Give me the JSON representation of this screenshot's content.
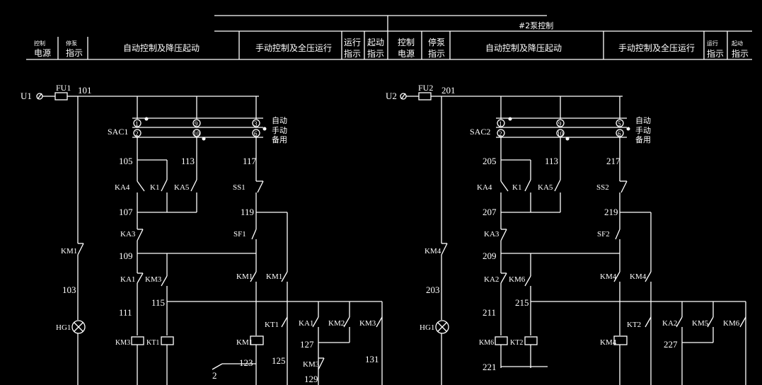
{
  "header": {
    "group_2": "#2泵控制",
    "cols_1": [
      {
        "l1": "控制",
        "l2": "电源"
      },
      {
        "l1": "停泵",
        "l2": "指示"
      },
      {
        "l1": "自动控制及降压起动",
        "l2": ""
      },
      {
        "l1": "手动控制及全压运行",
        "l2": ""
      },
      {
        "l1": "运行",
        "l2": "指示"
      },
      {
        "l1": "起动",
        "l2": "指示"
      }
    ],
    "cols_2": [
      {
        "l1": "控制",
        "l2": "电源"
      },
      {
        "l1": "停泵",
        "l2": "指示"
      },
      {
        "l1": "自动控制及降压起动",
        "l2": ""
      },
      {
        "l1": "手动控制及全压运行",
        "l2": ""
      },
      {
        "l1": "运行",
        "l2": "指示"
      },
      {
        "l1": "起动",
        "l2": "指示"
      }
    ]
  },
  "circuit_1": {
    "supply": "U1",
    "fuse": "FU1",
    "wire_main": "101",
    "switch": "SAC1",
    "contacts_top": [
      "1",
      "9",
      "3"
    ],
    "contacts_bottom": [
      "2",
      "10",
      "6"
    ],
    "modes": [
      "自动",
      "手动",
      "备用"
    ],
    "n_a": "105",
    "n_b": "113",
    "n_c": "117",
    "ka4": "KA4",
    "k1": "K1",
    "ka5": "KA5",
    "ss": "SS1",
    "n_d": "107",
    "n_e": "119",
    "ka3": "KA3",
    "sf": "SF1",
    "n_f": "109",
    "ka1": "KA1",
    "km3": "KM3",
    "km1a": "KM1",
    "km1b": "KM1",
    "n_g": "115",
    "n_h": "111",
    "kt": "KT1",
    "ka1b": "KA1",
    "km2": "KM2",
    "km3b": "KM3",
    "n_i": "127",
    "km3c": "KM3",
    "n_j": "129",
    "coil_km3": "KM3",
    "coil_kt1": "KT1",
    "coil_km1": "KM1",
    "n_k": "123",
    "n_l": "125",
    "n_m": "131",
    "km_left": "KM1",
    "n_left": "103",
    "lamp": "HG1",
    "stub": "2"
  },
  "circuit_2": {
    "supply": "U2",
    "fuse": "FU2",
    "wire_main": "201",
    "switch": "SAC2",
    "contacts_top": [
      "1",
      "9",
      "5"
    ],
    "contacts_bottom": [
      "2",
      "10",
      "6"
    ],
    "modes": [
      "自动",
      "手动",
      "备用"
    ],
    "n_a": "205",
    "n_b": "113",
    "n_c": "217",
    "ka4": "KA4",
    "k1": "K1",
    "ka5": "KA5",
    "ss": "SS2",
    "n_d": "207",
    "n_e": "219",
    "ka3": "KA3",
    "sf": "SF2",
    "n_f": "209",
    "ka2": "KA2",
    "km6": "KM6",
    "km4a": "KM4",
    "km4b": "KM4",
    "n_g": "215",
    "n_h": "211",
    "kt": "KT2",
    "ka2b": "KA2",
    "km5": "KM5",
    "km6b": "KM6",
    "n_i": "227",
    "coil_km6": "KM6",
    "coil_kt2": "KT2",
    "coil_km4": "KM4",
    "km_left": "KM4",
    "n_left": "203",
    "lamp": "HG1",
    "n_bottom": "221"
  }
}
